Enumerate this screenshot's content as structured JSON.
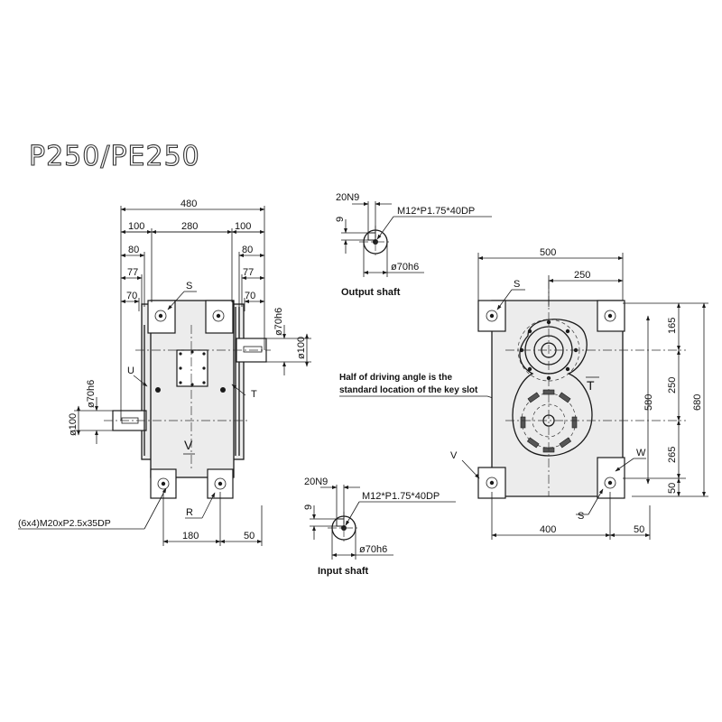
{
  "title": "P250/PE250",
  "front_view": {
    "dims": {
      "overall_width": "480",
      "flange_left": "100",
      "body_width": "280",
      "flange_right": "100",
      "left_80": "80",
      "left_77": "77",
      "left_70": "70",
      "right_80": "80",
      "right_77": "77",
      "right_70": "70",
      "out_shaft_dia": "ø70h6",
      "out_hub_dia": "ø100",
      "in_shaft_dia": "ø70h6",
      "in_hub_dia": "ø100",
      "bolt_spacing": "180",
      "bolt_edge": "50"
    },
    "labels": {
      "s": "S",
      "u": "U",
      "t": "T",
      "v": "V",
      "r": "R"
    },
    "bolt_note": "(6x4)M20xP2.5x35DP"
  },
  "output_shaft": {
    "keyway": "20N9",
    "key_depth": "9",
    "thread": "M12*P1.75*40DP",
    "dia": "ø70h6",
    "caption": "Output shaft"
  },
  "input_shaft": {
    "keyway": "20N9",
    "key_depth": "9",
    "thread": "M12*P1.75*40DP",
    "dia": "ø70h6",
    "caption": "Input shaft"
  },
  "key_note": [
    "Half of driving angle is the",
    "standard location of the key slot"
  ],
  "side_view": {
    "dims": {
      "width": "500",
      "half_width": "250",
      "h165": "165",
      "h250": "250",
      "h265": "265",
      "h50": "50",
      "h580": "580",
      "h680": "680",
      "bolt_400": "400",
      "bolt_50": "50"
    },
    "labels": {
      "s_top": "S",
      "t": "T",
      "v": "V",
      "w": "W",
      "s_bottom": "S"
    }
  }
}
